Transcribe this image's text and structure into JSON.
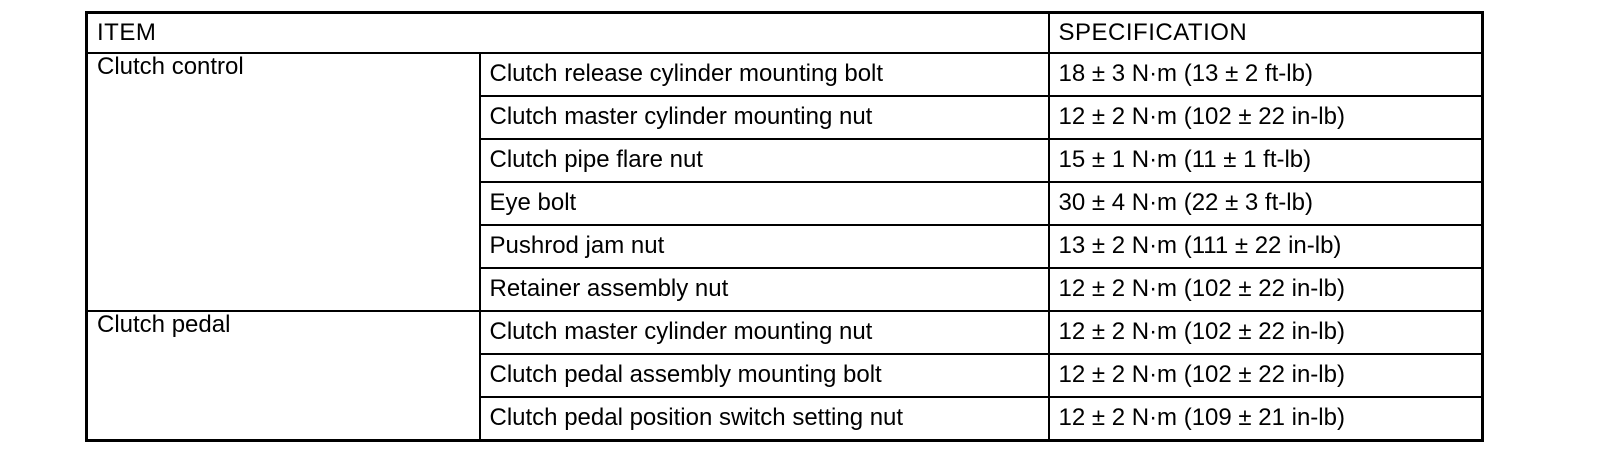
{
  "colors": {
    "border": "#000000",
    "background": "#ffffff",
    "text": "#000000"
  },
  "table": {
    "headers": {
      "item": "ITEM",
      "specification": "SPECIFICATION"
    },
    "groups": [
      {
        "label": "Clutch control",
        "rows": [
          {
            "item": "Clutch release cylinder mounting bolt",
            "spec": "18 ± 3 N·m (13 ± 2 ft-lb)"
          },
          {
            "item": "Clutch master cylinder mounting nut",
            "spec": "12 ± 2 N·m (102 ± 22 in-lb)"
          },
          {
            "item": "Clutch pipe flare nut",
            "spec": "15 ± 1 N·m (11 ± 1 ft-lb)"
          },
          {
            "item": "Eye bolt",
            "spec": "30 ± 4 N·m (22 ± 3 ft-lb)"
          },
          {
            "item": "Pushrod jam nut",
            "spec": "13 ± 2 N·m (111 ± 22 in-lb)"
          },
          {
            "item": "Retainer assembly nut",
            "spec": "12 ± 2 N·m (102 ± 22 in-lb)"
          }
        ]
      },
      {
        "label": "Clutch pedal",
        "rows": [
          {
            "item": "Clutch master cylinder mounting nut",
            "spec": "12 ± 2 N·m (102 ± 22 in-lb)"
          },
          {
            "item": "Clutch pedal assembly mounting bolt",
            "spec": "12 ± 2 N·m (102 ± 22 in-lb)"
          },
          {
            "item": "Clutch pedal position switch setting nut",
            "spec": "12 ± 2 N·m (109 ± 21 in-lb)"
          }
        ]
      }
    ]
  }
}
